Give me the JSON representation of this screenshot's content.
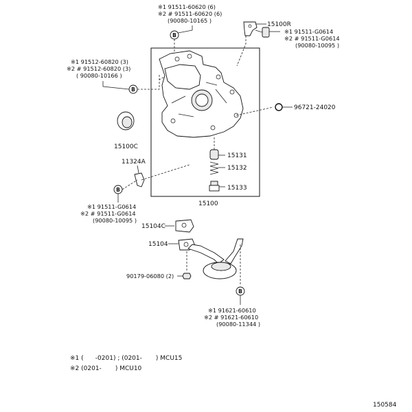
{
  "parts": {
    "top_bolt": [
      "※1 91511-60620 (6)",
      "※2 # 91511-60620 (6)",
      "(90080-10165 )"
    ],
    "right_bolt": [
      "※1 91511-G0614",
      "※2 # 91511-G0614",
      "(90080-10095 )"
    ],
    "left_bolt": [
      "※1 91512-60820 (3)",
      "※2 # 91512-60820 (3)",
      "( 90080-10166 )"
    ],
    "lower_left_bolt": [
      "※1 91511-G0614",
      "※2 # 91511-G0614",
      "(90080-10095 )"
    ],
    "bottom_bolt": [
      "※1 91621-60610",
      "※2 # 91621-60610",
      "(90080-11344 )"
    ],
    "p15100R": "15100R",
    "p96721": "96721-24020",
    "p15100C": "15100C",
    "p11324A": "11324A",
    "p15131": "15131",
    "p15132": "15132",
    "p15133": "15133",
    "p15100": "15100",
    "p15104C": "15104C",
    "p15104": "15104",
    "p90179": "90179-06080 (2)"
  },
  "ref_marker": "B",
  "footnotes": {
    "line1": "※1 (      -0201) ; (0201-       ) MCU15",
    "line2": "※2 (0201-       ) MCU10"
  },
  "figure_id": "150584"
}
